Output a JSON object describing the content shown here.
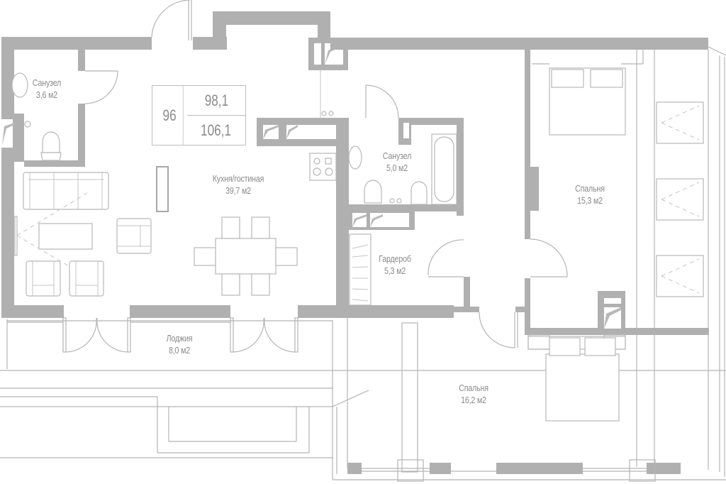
{
  "plan": {
    "info_box": {
      "apartment_number": "96",
      "living_area": "98,1",
      "total_area": "106,1"
    },
    "colors": {
      "wall": "#b0b0b0",
      "line": "#b4b4b4",
      "text": "#8a8a8a",
      "background": "#ffffff"
    },
    "rooms": [
      {
        "id": "bathroom-1",
        "name": "Санузел",
        "area": "3,6 м2"
      },
      {
        "id": "kitchen-living",
        "name": "Кухня/гостиная",
        "area": "39,7 м2"
      },
      {
        "id": "bathroom-2",
        "name": "Санузел",
        "area": "5,0 м2"
      },
      {
        "id": "wardrobe",
        "name": "Гардероб",
        "area": "5,3 м2"
      },
      {
        "id": "bedroom-1",
        "name": "Спальня",
        "area": "15,3 м2"
      },
      {
        "id": "loggia",
        "name": "Лоджия",
        "area": "8,0 м2"
      },
      {
        "id": "bedroom-2",
        "name": "Спальня",
        "area": "16,2 м2"
      }
    ]
  }
}
